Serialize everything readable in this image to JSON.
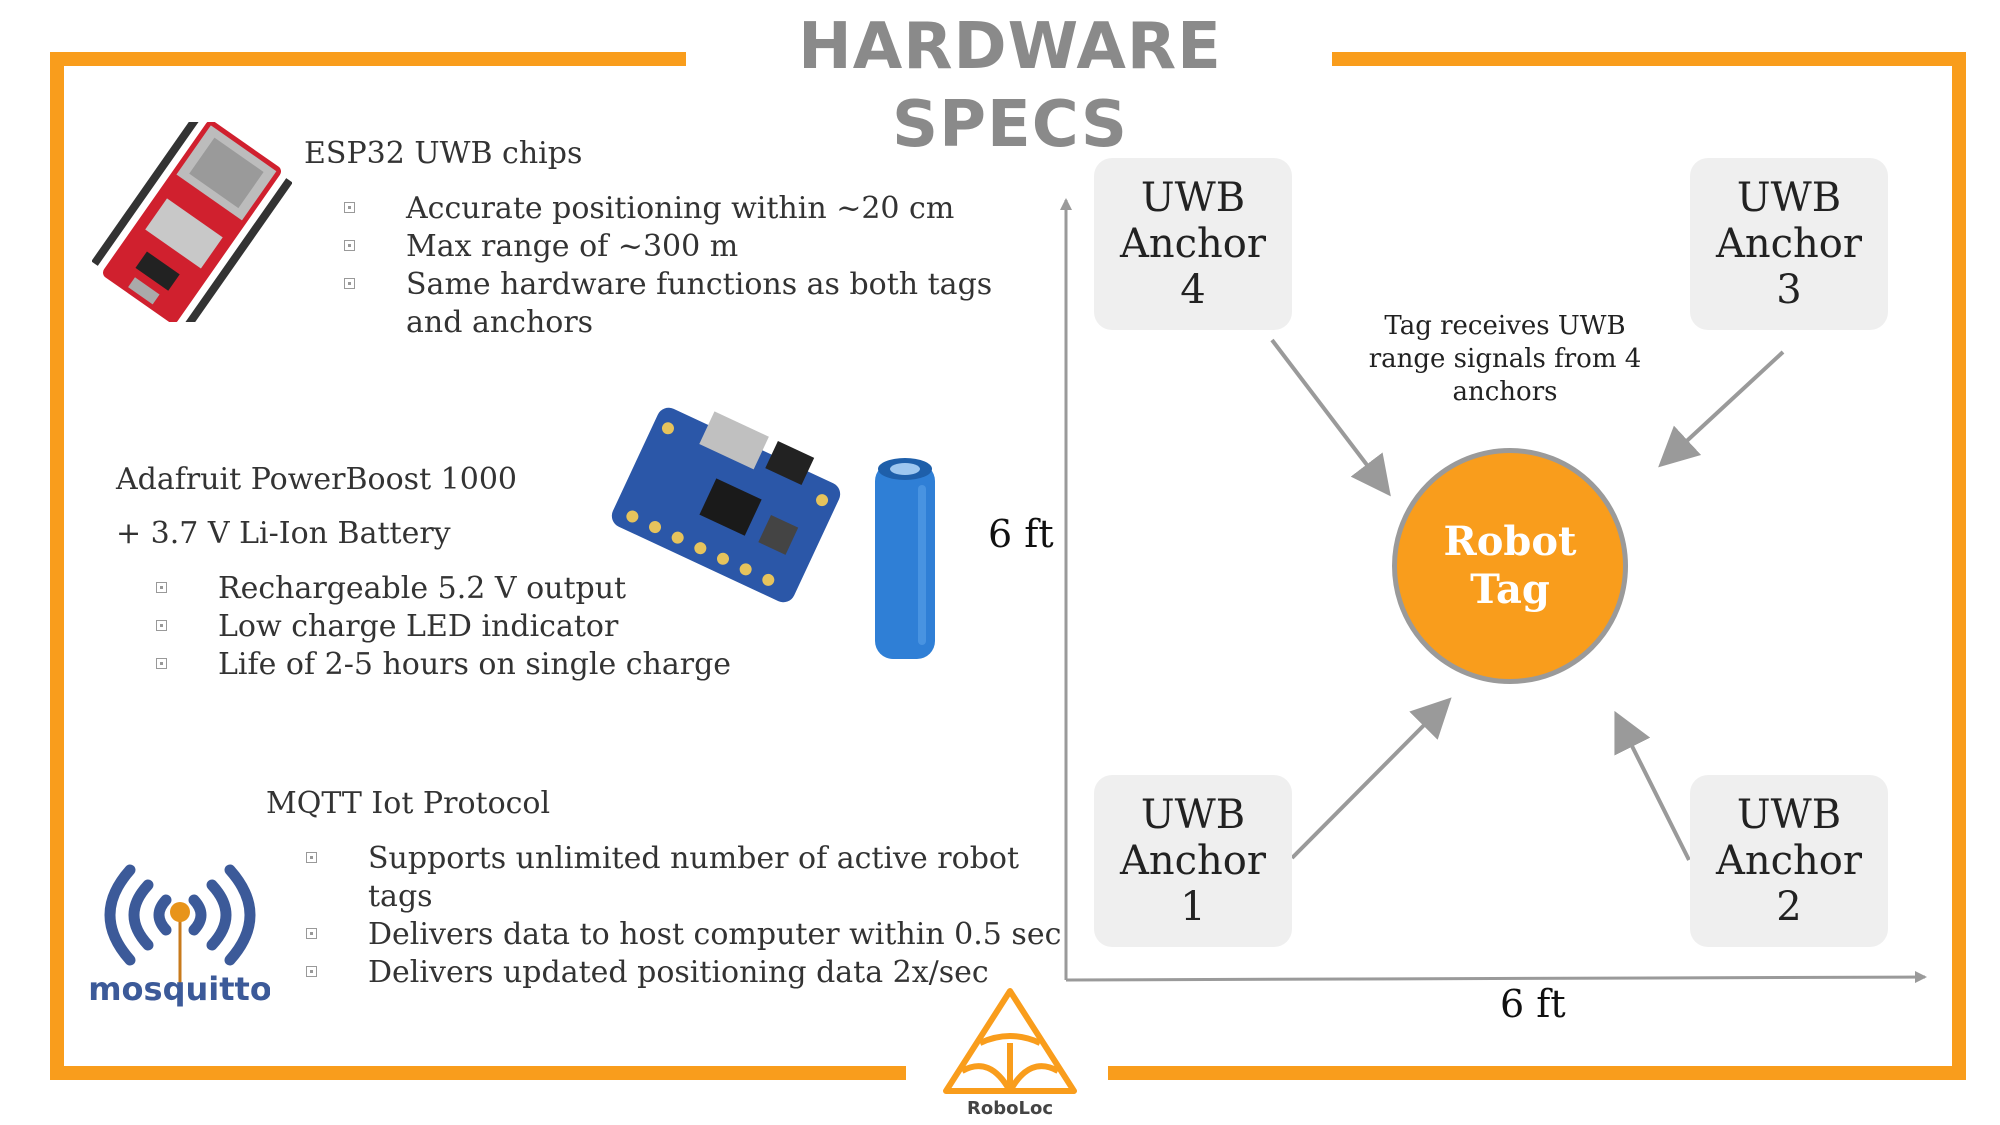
{
  "title": {
    "line1": "HARDWARE",
    "line2": "SPECS"
  },
  "colors": {
    "frame": "#f99d1c",
    "anchor_box": "#efefef",
    "tag_fill": "#f99d1c",
    "arrow": "#9a9a9a",
    "title": "#8a8a8a"
  },
  "esp32": {
    "heading": "ESP32 UWB chips",
    "items": [
      "Accurate positioning within ~20 cm",
      "Max range of ~300 m",
      "Same hardware functions as both tags",
      "and anchors"
    ]
  },
  "powerboost": {
    "heading1": "Adafruit PowerBoost 1000",
    "heading2": "+ 3.7 V Li-Ion Battery",
    "items": [
      "Rechargeable 5.2 V output",
      "Low charge LED indicator",
      "Life of 2-5 hours on single charge"
    ]
  },
  "mqtt": {
    "heading": "MQTT Iot Protocol",
    "items": [
      "Supports unlimited number of active robot",
      "tags",
      "Delivers data to host computer within 0.5 sec",
      "Delivers updated positioning data 2x/sec"
    ],
    "logo_text": "mosquitto"
  },
  "diagram": {
    "anchors": [
      {
        "l1": "UWB",
        "l2": "Anchor",
        "l3": "4"
      },
      {
        "l1": "UWB",
        "l2": "Anchor",
        "l3": "3"
      },
      {
        "l1": "UWB",
        "l2": "Anchor",
        "l3": "1"
      },
      {
        "l1": "UWB",
        "l2": "Anchor",
        "l3": "2"
      }
    ],
    "tag": {
      "l1": "Robot",
      "l2": "Tag"
    },
    "note": "Tag receives UWB range signals from 4 anchors",
    "y_dim": "6 ft",
    "x_dim": "6 ft"
  },
  "logo": {
    "label": "RoboLoc",
    "icon": "roboloc-triangle-logo"
  }
}
